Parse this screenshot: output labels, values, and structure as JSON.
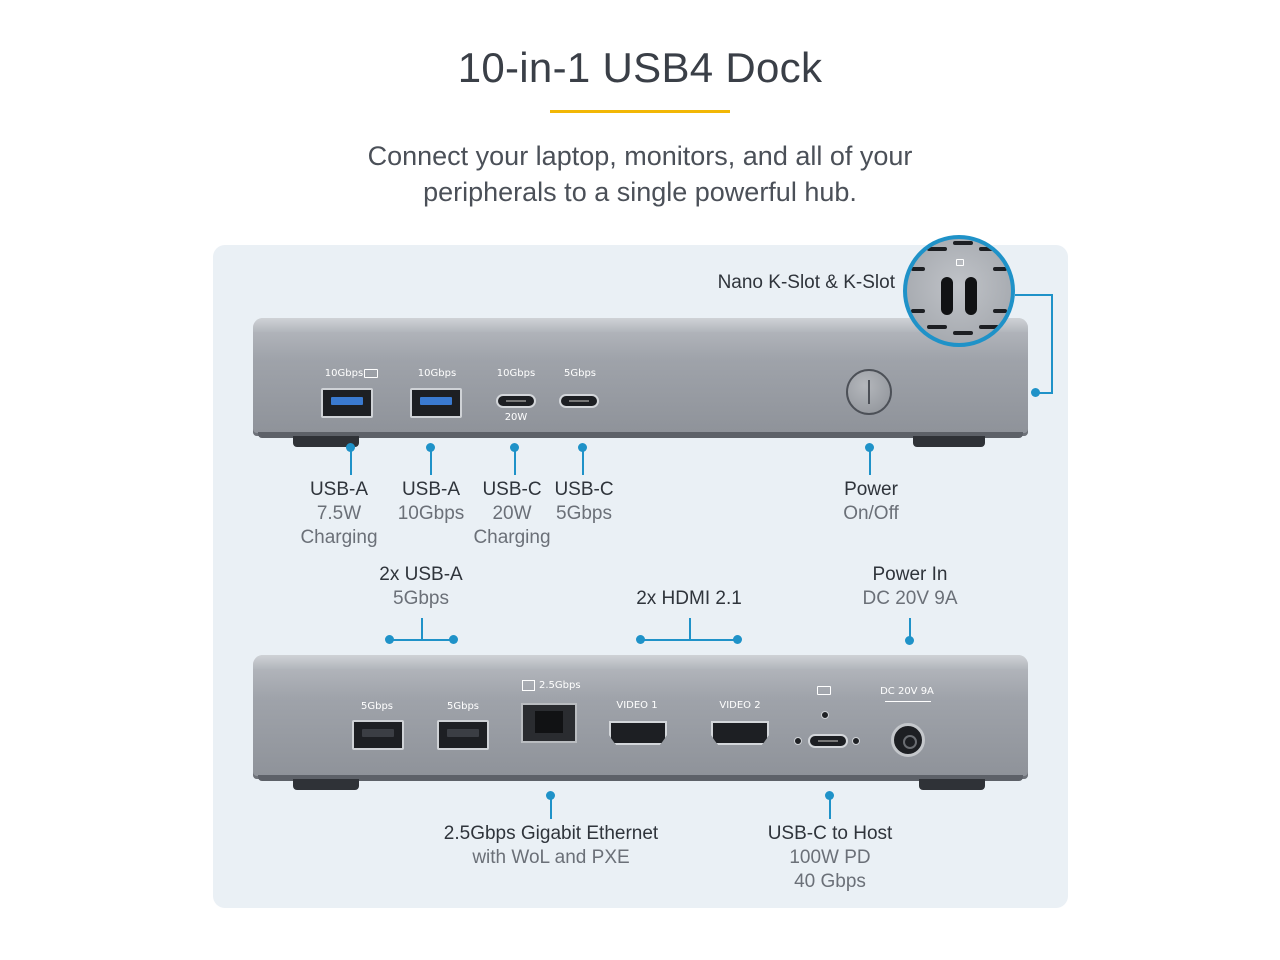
{
  "header": {
    "title": "10-in-1 USB4 Dock",
    "subtitle_line1": "Connect your laptop, monitors, and all of your",
    "subtitle_line2": "peripherals to a single powerful hub."
  },
  "colors": {
    "accent": "#f2b705",
    "callout": "#1f92c8",
    "panel": "#eaf0f5"
  },
  "front": {
    "port_labels": {
      "usba1": "10Gbps",
      "usba2": "10Gbps",
      "usbc1": "10Gbps",
      "usbc1_power": "20W",
      "usbc2": "5Gbps"
    },
    "callouts": [
      {
        "title": "USB-A",
        "line2": "7.5W",
        "line3": "Charging"
      },
      {
        "title": "USB-A",
        "line2": "10Gbps",
        "line3": ""
      },
      {
        "title": "USB-C",
        "line2": "20W",
        "line3": "Charging"
      },
      {
        "title": "USB-C",
        "line2": "5Gbps",
        "line3": ""
      },
      {
        "title": "Power",
        "line2": "On/Off",
        "line3": ""
      }
    ],
    "kslot_label": "Nano K-Slot & K-Slot"
  },
  "rear": {
    "port_labels": {
      "usba1": "5Gbps",
      "usba2": "5Gbps",
      "ethernet": "2.5Gbps",
      "video1": "VIDEO 1",
      "video2": "VIDEO 2",
      "dc": "DC 20V 9A"
    },
    "top_callouts": [
      {
        "title": "2x USB-A",
        "line2": "5Gbps"
      },
      {
        "title": "2x HDMI 2.1",
        "line2": ""
      },
      {
        "title": "Power In",
        "line2": "DC 20V 9A"
      }
    ],
    "bottom_callouts": [
      {
        "title": "2.5Gbps Gigabit Ethernet",
        "line2": "with WoL and PXE",
        "line3": ""
      },
      {
        "title": "USB-C to Host",
        "line2": "100W PD",
        "line3": "40 Gbps"
      }
    ]
  }
}
